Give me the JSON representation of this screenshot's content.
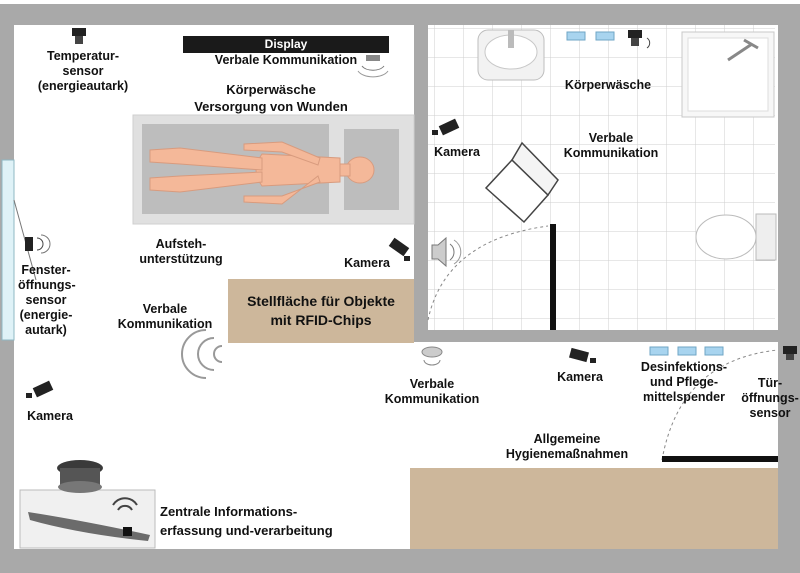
{
  "labels": {
    "display": "Display",
    "temperature_sensor": [
      "Temperatur-",
      "sensor",
      "(energieautark)"
    ],
    "verbal_communication_top": "Verbale Kommunikation",
    "body_care_wound": [
      "Körperwäsche",
      "Versorgung von Wunden"
    ],
    "body_care_bath": "Körperwäsche",
    "camera_bath": "Kamera",
    "verbal_communication_bath": [
      "Verbale",
      "Kommunikation"
    ],
    "standing_support": [
      "Aufsteh-",
      "unterstützung"
    ],
    "camera_room": "Kamera",
    "window_sensor": [
      "Fenster-",
      "öffnungs-",
      "sensor",
      "(energie-",
      "autark)"
    ],
    "verbal_communication_left": [
      "Verbale",
      "Kommunikation"
    ],
    "rfid_area": [
      "Stellfläche für Objekte",
      "mit RFID-Chips"
    ],
    "verbal_communication_bottom": [
      "Verbale",
      "Kommunikation"
    ],
    "camera_corridor": "Kamera",
    "dispenser": [
      "Desinfektions-",
      "und Pflege-",
      "mittelspender"
    ],
    "door_sensor": [
      "Tür-",
      "öffnungs-",
      "sensor"
    ],
    "camera_left": "Kamera",
    "hygiene": [
      "Allgemeine",
      "Hygienemaßnahmen"
    ],
    "central_info": [
      "Zentrale Informations-",
      "erfassung und-verarbeitung"
    ]
  },
  "colors": {
    "wall": "#a9a9a9",
    "rfid_area": "#cdb79b",
    "hygiene_area": "#cdb79b",
    "bed_frame": "#e0e0e0",
    "bed_mattress": "#bdbdbd",
    "patient": "#f4b899",
    "dispenser_blue": "#a8d4ef"
  }
}
